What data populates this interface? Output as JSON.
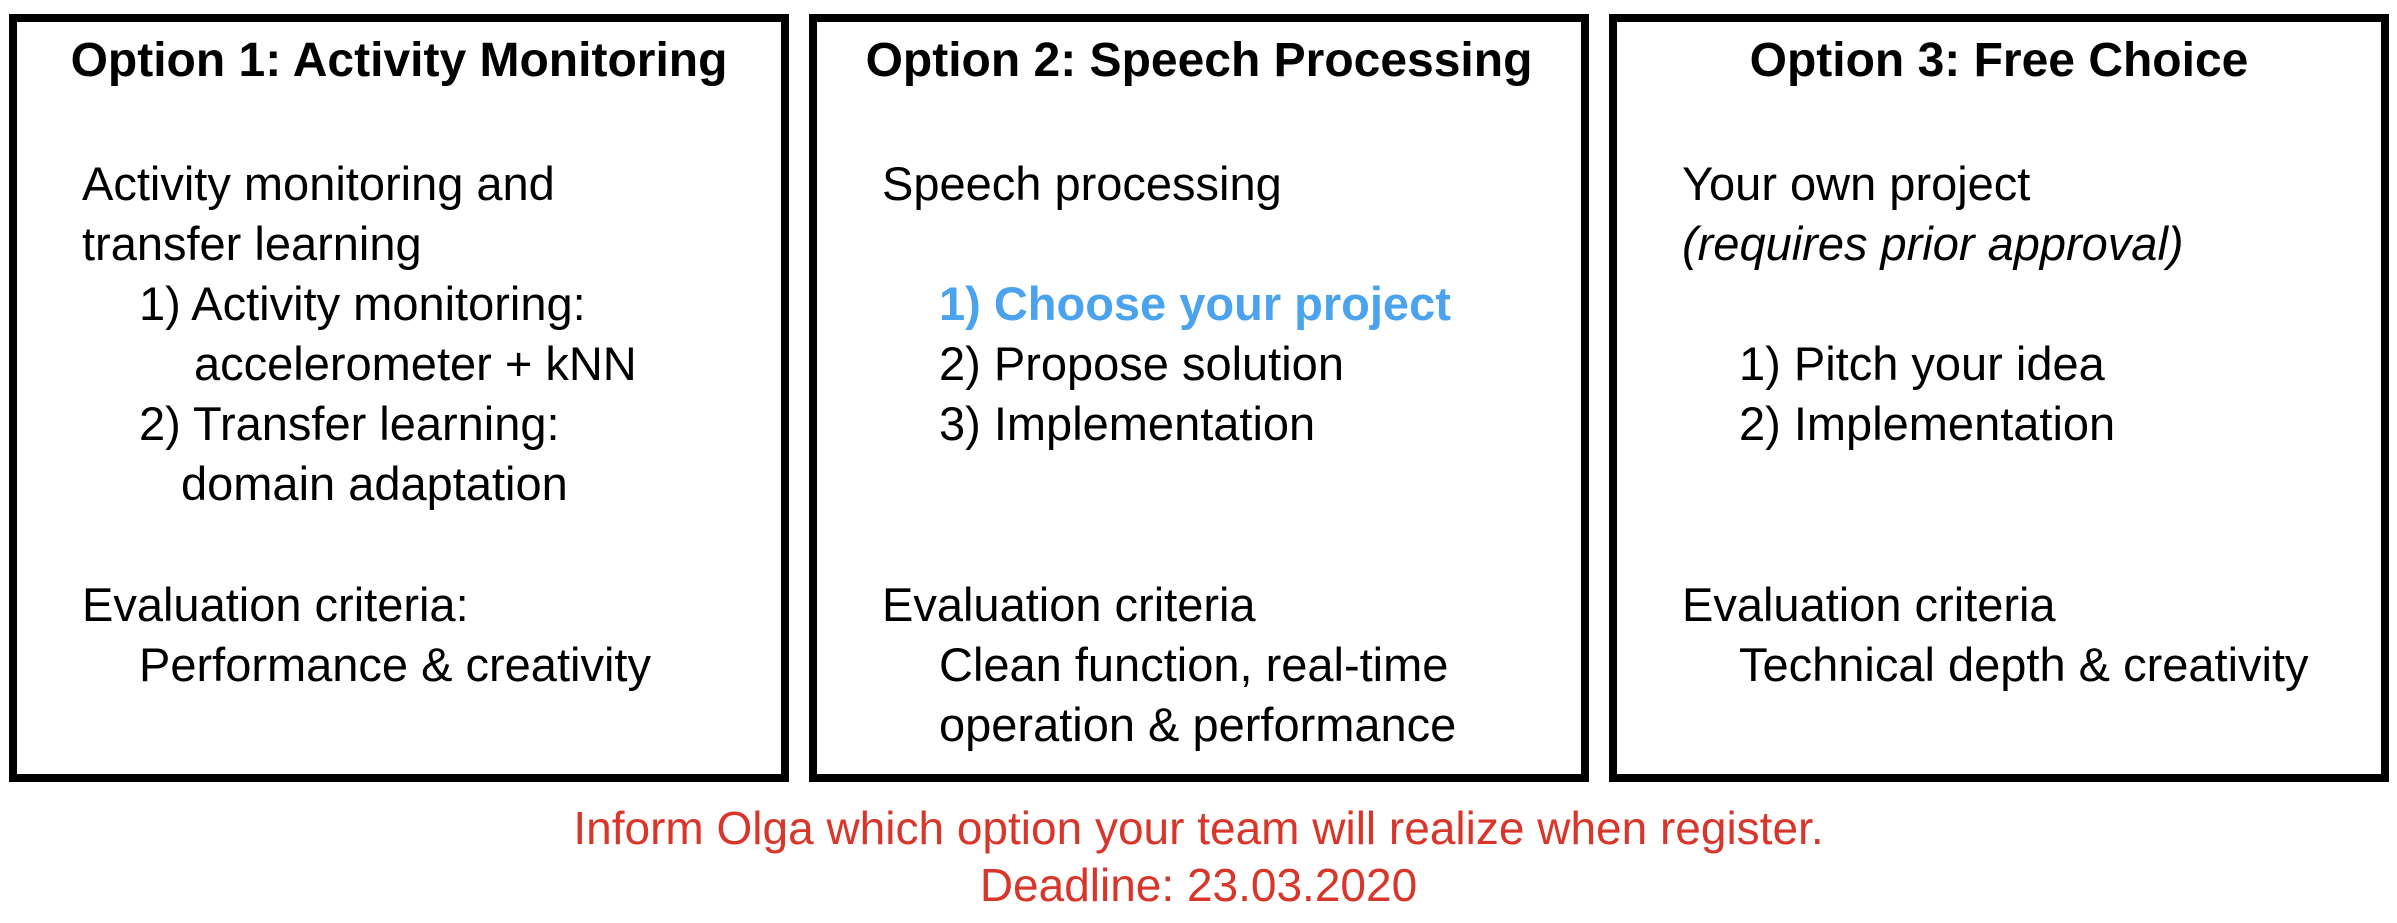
{
  "colors": {
    "border": "#000000",
    "text": "#000000",
    "highlight": "#4aa3ec",
    "notice": "#d9362b"
  },
  "option1": {
    "title": "Option 1: Activity Monitoring",
    "intro_line1": "Activity monitoring and",
    "intro_line2": "transfer learning",
    "step1_line1": "1) Activity monitoring:",
    "step1_line2": "accelerometer + kNN",
    "step2_line1": "2) Transfer learning:",
    "step2_line2": "domain adaptation",
    "criteria_label": "Evaluation criteria:",
    "criteria_value": "Performance & creativity"
  },
  "option2": {
    "title": "Option 2: Speech Processing",
    "intro": "Speech processing",
    "step1": "1) Choose your project",
    "step2": "2) Propose solution",
    "step3": "3) Implementation",
    "criteria_label": "Evaluation criteria",
    "criteria_value_line1": "Clean function, real-time",
    "criteria_value_line2": "operation & performance"
  },
  "option3": {
    "title": "Option 3: Free Choice",
    "intro": "Your own project",
    "note": "(requires prior approval)",
    "step1": "1) Pitch your idea",
    "step2": "2) Implementation",
    "criteria_label": "Evaluation criteria",
    "criteria_value": "Technical depth & creativity"
  },
  "footer": {
    "notice": "Inform Olga which option your team will realize when register.",
    "deadline": "Deadline: 23.03.2020"
  }
}
